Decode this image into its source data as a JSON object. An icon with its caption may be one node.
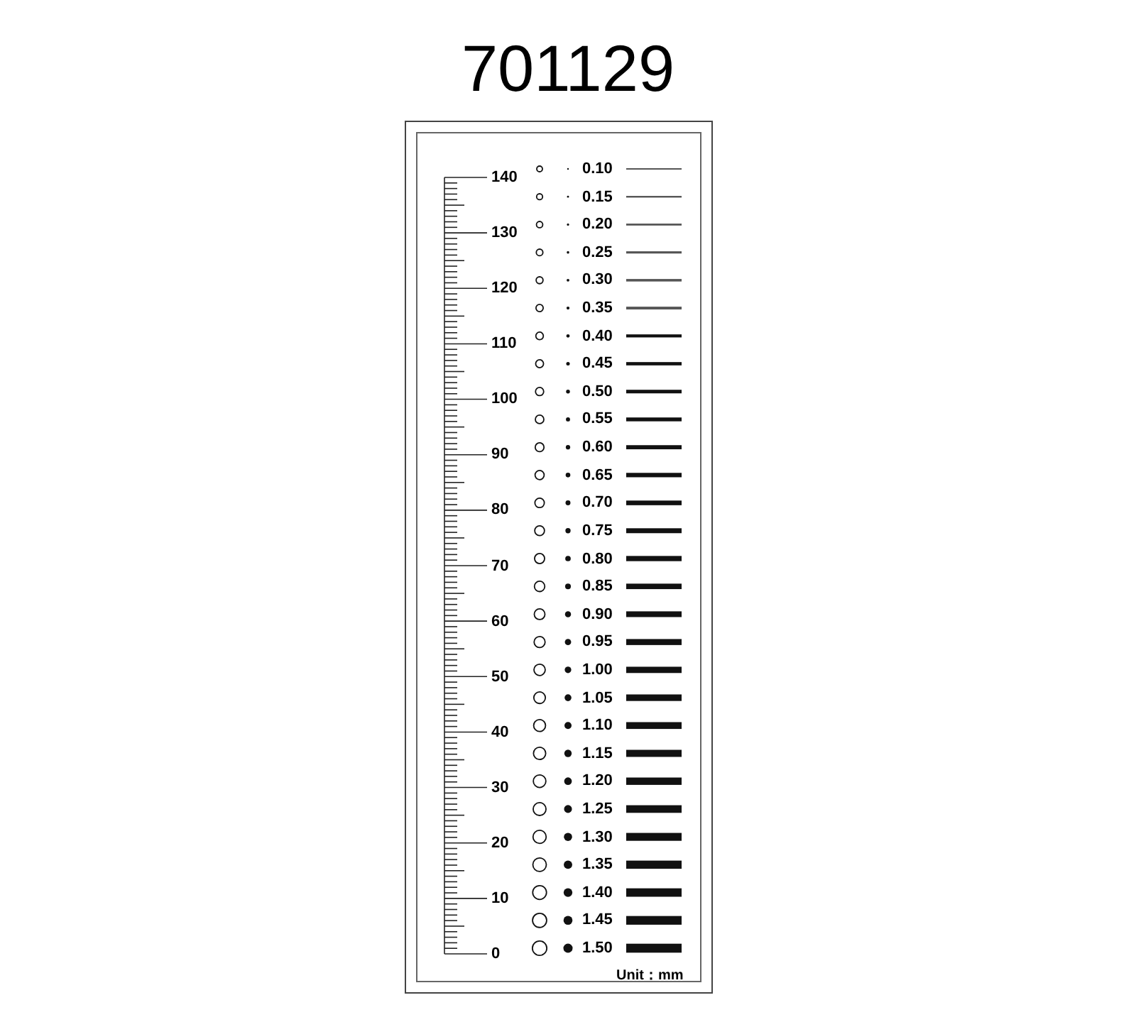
{
  "diagram": {
    "title": "701129",
    "labels": [
      "140",
      "130",
      "120",
      "110",
      "100",
      "90",
      "80",
      "70",
      "60",
      "50",
      "40",
      "30",
      "20",
      "10",
      "0",
      "0.10",
      "0.15",
      "0.20",
      "0.25",
      "0.30",
      "0.35",
      "0.40",
      "0.45",
      "0.50",
      "0.55",
      "0.60",
      "0.65",
      "0.70",
      "0.75",
      "0.80",
      "0.85",
      "0.90",
      "0.95",
      "1.00",
      "1.05",
      "1.10",
      "1.15",
      "1.20",
      "1.25",
      "1.30",
      "1.35",
      "1.40",
      "1.45",
      "1.50",
      "Unit：mm"
    ]
  }
}
